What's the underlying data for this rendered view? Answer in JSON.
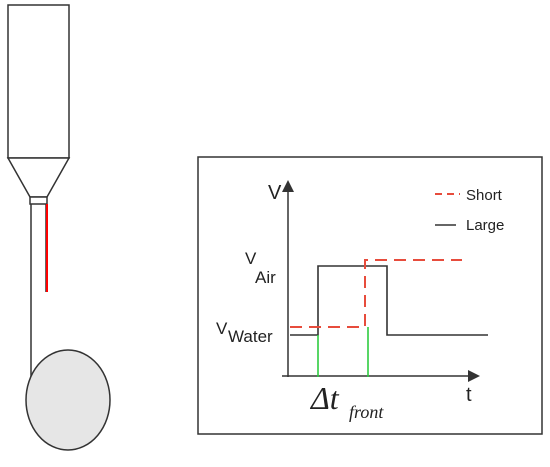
{
  "diagram": {
    "probe": {
      "body_fill": "#ffffff",
      "stroke": "#333333",
      "sensor_color": "#ff0000",
      "drop_fill": "#e6e6e6"
    },
    "graph": {
      "y_axis_label": "V",
      "x_axis_label": "t",
      "v_air_label_main": "V",
      "v_air_label_sub": "Air",
      "v_water_label_main": "V",
      "v_water_label_sub": "Water",
      "delta_label": "Δt",
      "delta_sub": "front",
      "legend": {
        "items": [
          {
            "label": "Short",
            "color": "#e74c3c",
            "style": "dashed"
          },
          {
            "label": "Large",
            "color": "#333333",
            "style": "solid"
          }
        ]
      },
      "marker_color": "#2ecc40"
    }
  }
}
